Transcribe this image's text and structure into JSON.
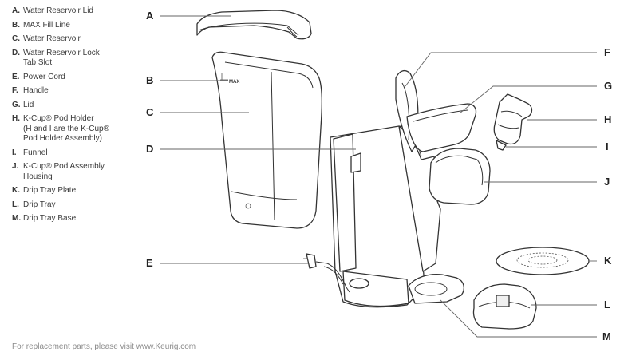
{
  "legend": [
    {
      "key": "A.",
      "text": "Water Reservoir Lid"
    },
    {
      "key": "B.",
      "text": "MAX Fill Line"
    },
    {
      "key": "C.",
      "text": "Water Reservoir"
    },
    {
      "key": "D.",
      "text": "Water Reservoir Lock\nTab Slot"
    },
    {
      "key": "E.",
      "text": "Power Cord"
    },
    {
      "key": "F.",
      "text": "Handle"
    },
    {
      "key": "G.",
      "text": "Lid"
    },
    {
      "key": "H.",
      "text": "K-Cup® Pod Holder\n(H and I are the K-Cup®\nPod Holder Assembly)"
    },
    {
      "key": "I.",
      "text": "Funnel"
    },
    {
      "key": "J.",
      "text": "K-Cup® Pod Assembly\nHousing"
    },
    {
      "key": "K.",
      "text": "Drip Tray Plate"
    },
    {
      "key": "L.",
      "text": "Drip Tray"
    },
    {
      "key": "M.",
      "text": "Drip Tray Base"
    }
  ],
  "callouts": {
    "A": "A",
    "B": "B",
    "C": "C",
    "D": "D",
    "E": "E",
    "F": "F",
    "G": "G",
    "H": "H",
    "I": "I",
    "J": "J",
    "K": "K",
    "L": "L",
    "M": "M"
  },
  "max_mark": "MAX",
  "footer": "For replacement parts, please visit www.Keurig.com"
}
